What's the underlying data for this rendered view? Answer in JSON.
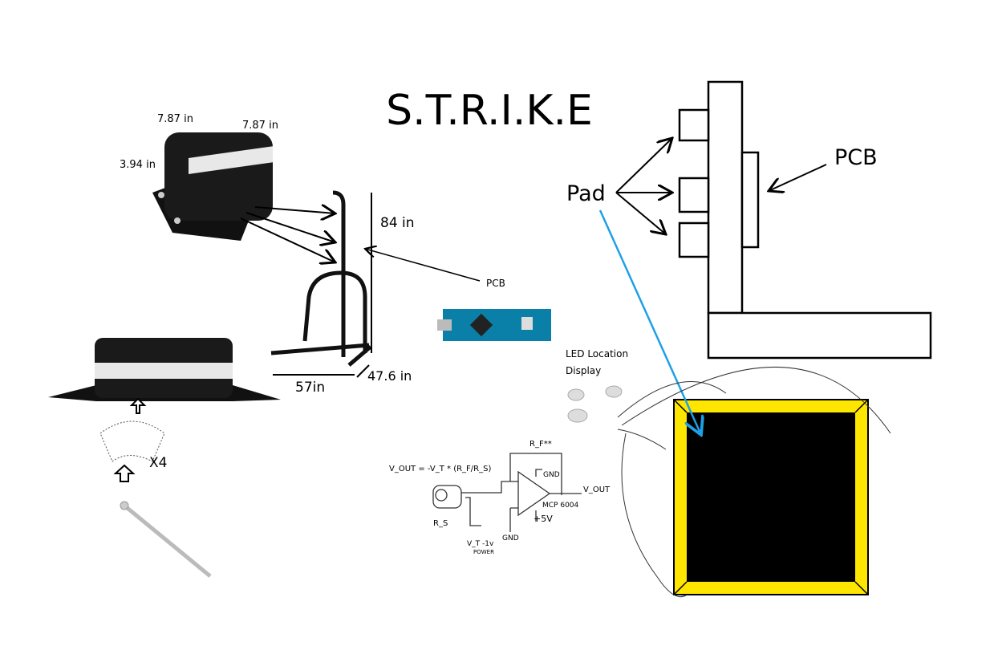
{
  "title": "S.T.R.I.K.E",
  "pad_dims": {
    "width": "7.87 in",
    "depth": "7.87 in",
    "height": "3.94 in"
  },
  "stand_dims": {
    "height": "84 in",
    "width": "57in",
    "depth": "47.6 in"
  },
  "pcb_label_small": "PCB",
  "led_label_line1": "LED Location",
  "led_label_line2": "Display",
  "multiplier": "X4",
  "side_view": {
    "pad_label": "Pad",
    "pcb_label": "PCB"
  },
  "circuit": {
    "formula": "V_OUT = -V_T * (R_F/R_S)",
    "rf": "R_F**",
    "gnd_top": "GND",
    "gnd_bottom": "GND",
    "vout": "V_OUT",
    "chip": "MCP 6004",
    "supply": "+5V",
    "rs": "R_S",
    "vt": "V_T -1v",
    "power": "POWER"
  },
  "colors": {
    "frame": "#ffe600",
    "display": "#000000",
    "arrow": "#1ea0e6"
  }
}
